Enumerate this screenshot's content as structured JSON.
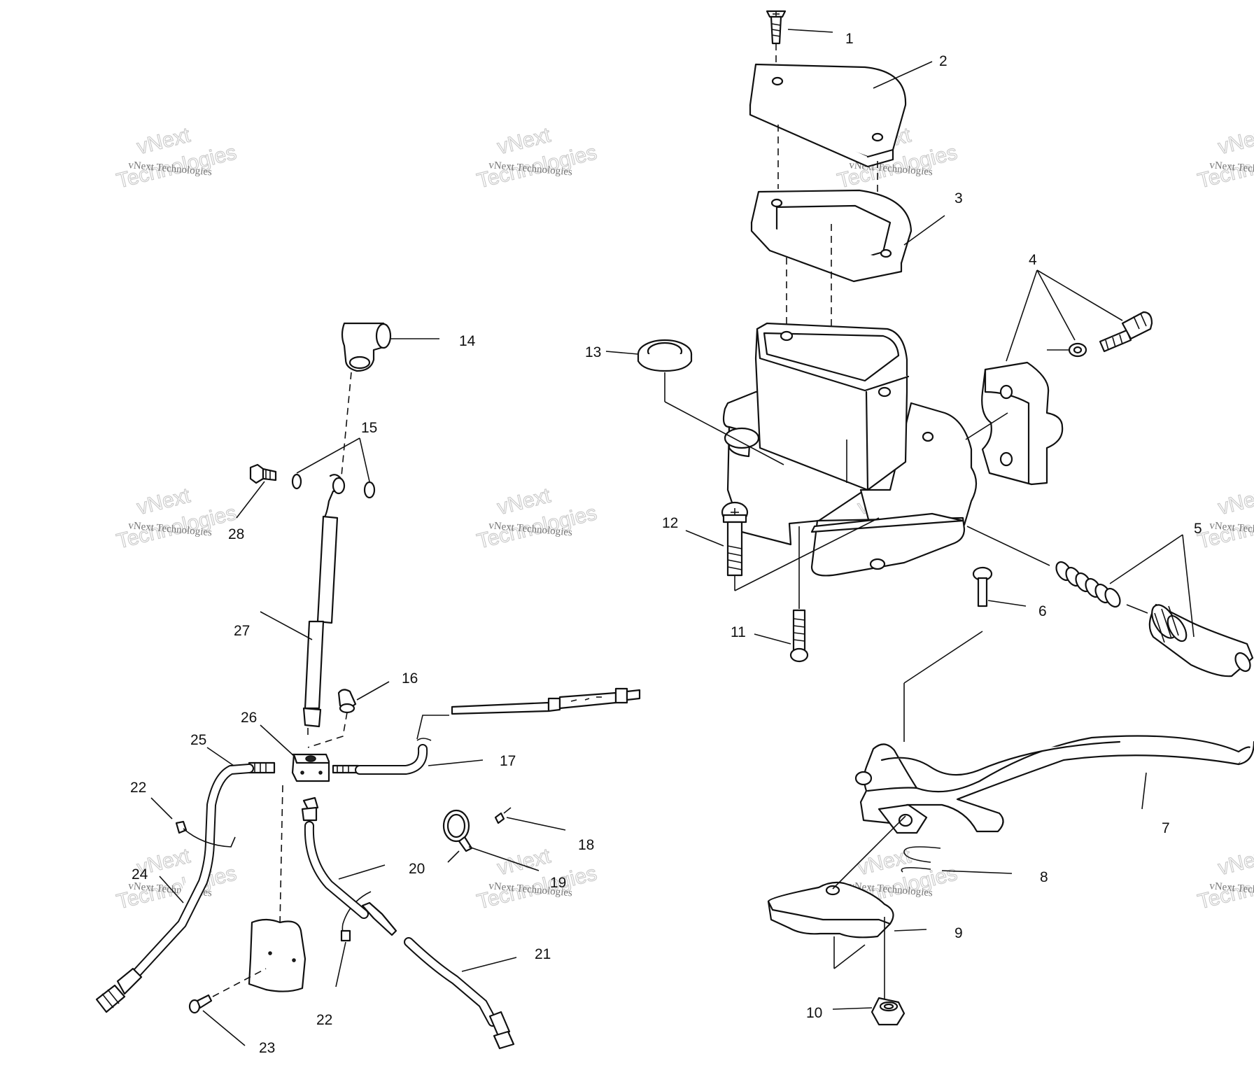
{
  "watermark": {
    "company_line": "vNext Technologies",
    "big_line_1": "vNext",
    "big_line_2": "Technologies"
  },
  "callouts": [
    {
      "id": "c1",
      "text": "1"
    },
    {
      "id": "c2",
      "text": "2"
    },
    {
      "id": "c3",
      "text": "3"
    },
    {
      "id": "c4",
      "text": "4"
    },
    {
      "id": "c5",
      "text": "5"
    },
    {
      "id": "c6",
      "text": "6"
    },
    {
      "id": "c7",
      "text": "7"
    },
    {
      "id": "c8",
      "text": "8"
    },
    {
      "id": "c9",
      "text": "9"
    },
    {
      "id": "c10",
      "text": "10"
    },
    {
      "id": "c11",
      "text": "11"
    },
    {
      "id": "c12",
      "text": "12"
    },
    {
      "id": "c13",
      "text": "13"
    },
    {
      "id": "c14",
      "text": "14"
    },
    {
      "id": "c15",
      "text": "15"
    },
    {
      "id": "c16",
      "text": "16"
    },
    {
      "id": "c17",
      "text": "17"
    },
    {
      "id": "c18",
      "text": "18"
    },
    {
      "id": "c19",
      "text": "19"
    },
    {
      "id": "c20",
      "text": "20"
    },
    {
      "id": "c21",
      "text": "21"
    },
    {
      "id": "c22a",
      "text": "22"
    },
    {
      "id": "c22b",
      "text": "22"
    },
    {
      "id": "c23",
      "text": "23"
    },
    {
      "id": "c24",
      "text": "24"
    },
    {
      "id": "c25",
      "text": "25"
    },
    {
      "id": "c26a",
      "text": "26"
    },
    {
      "id": "c26b",
      "text": "28"
    },
    {
      "id": "c27",
      "text": "27"
    }
  ]
}
